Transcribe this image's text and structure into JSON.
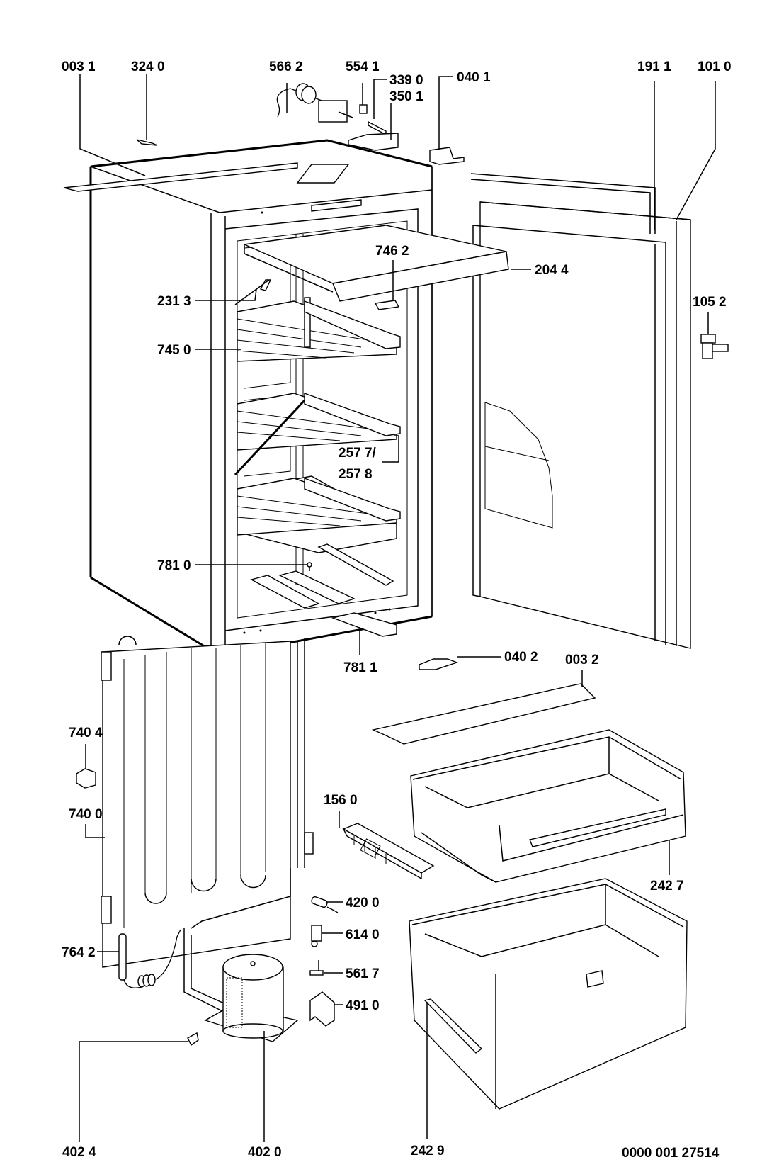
{
  "diagram": {
    "title": "Refrigerator exploded parts diagram",
    "drawing_number": "0000 001 27514",
    "labels": {
      "l0031": "003 1",
      "l3240": "324 0",
      "l5662": "566 2",
      "l5541": "554 1",
      "l3390": "339 0",
      "l3501": "350 1",
      "l0401": "040 1",
      "l1911": "191 1",
      "l1010": "101 0",
      "l7462": "746 2",
      "l2044": "204 4",
      "l2313": "231 3",
      "l1052": "105 2",
      "l7450": "745 0",
      "l2577": "257 7/",
      "l2578": "257 8",
      "l7810": "781 0",
      "l7811": "781 1",
      "l0402": "040 2",
      "l0032": "003 2",
      "l7404": "740 4",
      "l1560": "156 0",
      "l7400": "740 0",
      "l2427": "242 7",
      "l4200": "420 0",
      "l6140": "614 0",
      "l7642": "764 2",
      "l5617": "561 7",
      "l4910": "491 0",
      "l4024": "402 4",
      "l4020": "402 0",
      "l2429": "242 9"
    }
  }
}
